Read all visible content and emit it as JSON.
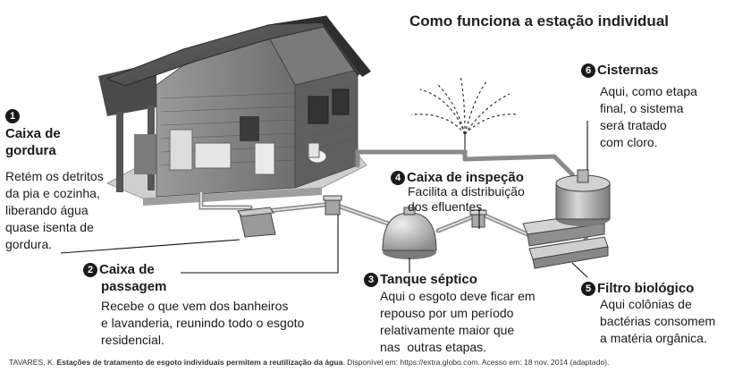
{
  "title": "Como funciona a estação individual",
  "steps": [
    {
      "number": "1",
      "heading": [
        "Caixa de",
        "gordura"
      ],
      "text": [
        "Retém os detritos",
        "da pia e cozinha,",
        "liberando água",
        "quase isenta de",
        "gordura."
      ]
    },
    {
      "number": "2",
      "heading": [
        "Caixa de",
        "passagem"
      ],
      "text": [
        "Recebe o que vem dos banheiros",
        "e lavanderia, reunindo todo o esgoto",
        "residencial."
      ]
    },
    {
      "number": "3",
      "heading": [
        "Tanque séptico"
      ],
      "text": [
        "Aqui o esgoto deve ficar em",
        "repouso por um período",
        "relativamente maior que",
        "nas  outras etapas."
      ]
    },
    {
      "number": "4",
      "heading": [
        "Caixa de inspeção"
      ],
      "text": [
        "Facilita a distribuição",
        "dos efluentes."
      ]
    },
    {
      "number": "5",
      "heading": [
        "Filtro biológico"
      ],
      "text": [
        "Aqui colônias de",
        "bactérias consomem",
        "a matéria orgânica."
      ]
    },
    {
      "number": "6",
      "heading": [
        "Cisternas"
      ],
      "text": [
        "Aqui, como etapa",
        "final, o sistema",
        "será tratado",
        "com cloro."
      ]
    }
  ],
  "source": {
    "prefix": "TAVARES, K. ",
    "title": "Estações de tratamento de esgoto individuais permitem a reutilização da água",
    "suffix": ". Disponível em: https://extra.globo.com. Acesso em: 18 nov. 2014 (adaptado)."
  }
}
